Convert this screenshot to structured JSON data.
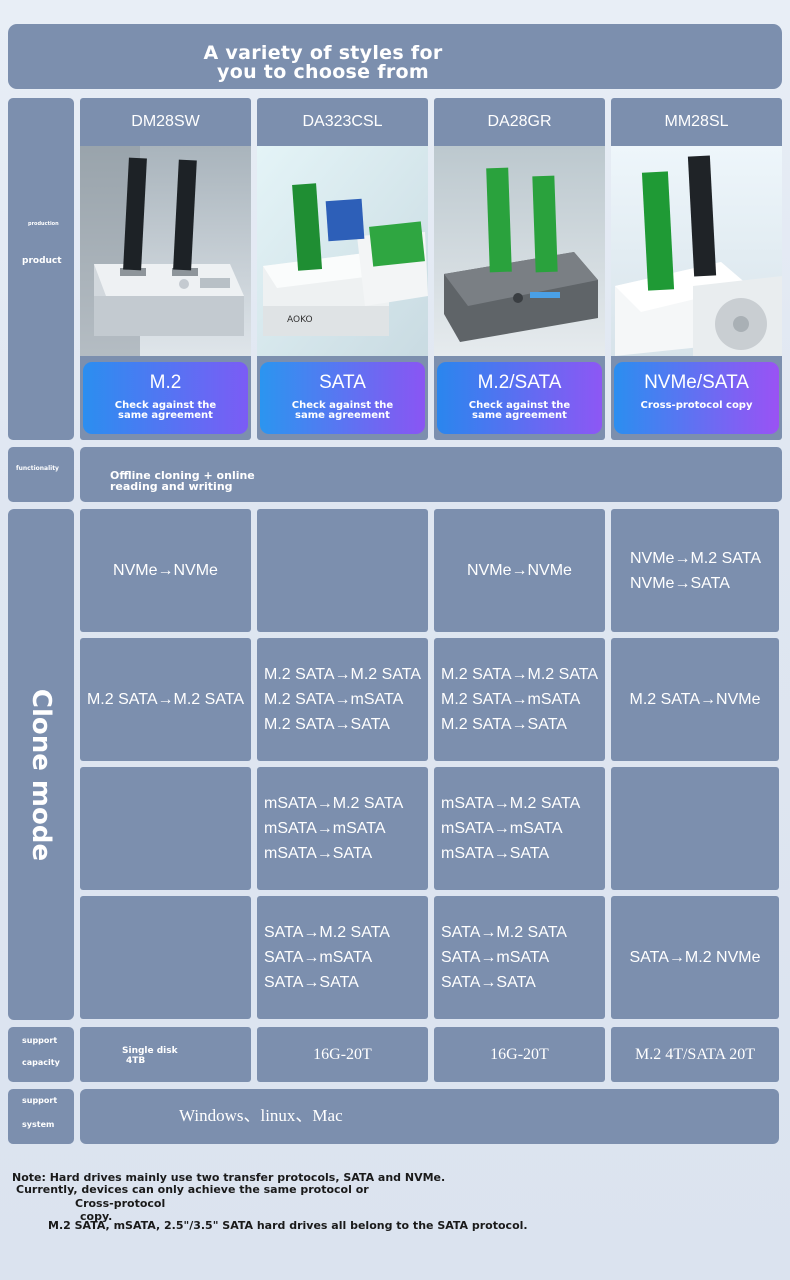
{
  "title": {
    "line1": "A variety of styles for",
    "line2": "you to choose from"
  },
  "labels": {
    "product_small": "production",
    "product": "product",
    "functionality": "functionality",
    "clone_mode": "Clone mode",
    "support_capacity_1": "support",
    "support_capacity_2": "capacity",
    "support_system_1": "support",
    "support_system_2": "system"
  },
  "products": [
    {
      "model": "DM28SW",
      "protocol": "M.2",
      "protocol_note": "Check against the same agreement",
      "badge_color": "#2b8ef0",
      "badge_color2": "#7b5cf5",
      "photo": "dock-silver-two-bay"
    },
    {
      "model": "DA323CSL",
      "protocol": "SATA",
      "protocol_note": "Check against the same agreement",
      "badge_color": "#2b95f0",
      "badge_color2": "#8a55f3",
      "photo": "dock-white-green-ssd"
    },
    {
      "model": "DA28GR",
      "protocol": "M.2/SATA",
      "protocol_note": "Check against the same agreement",
      "badge_color": "#2a86ee",
      "badge_color2": "#8d57f4",
      "photo": "dock-grey-green-ssd"
    },
    {
      "model": "MM28SL",
      "protocol": "NVMe/SATA",
      "protocol_note": "Cross-protocol copy",
      "badge_color": "#2b8ef0",
      "badge_color2": "#9a52f4",
      "photo": "dock-white-nvme"
    }
  ],
  "functionality": "Offline cloning + online reading and writing",
  "clone_rows": [
    [
      [
        "NVMe→NVMe"
      ],
      [],
      [
        "NVMe→NVMe"
      ],
      [
        "NVMe→M.2 SATA",
        "NVMe→SATA"
      ]
    ],
    [
      [
        "M.2 SATA→M.2 SATA"
      ],
      [
        "M.2 SATA→M.2 SATA",
        "M.2 SATA→mSATA",
        "M.2 SATA→SATA"
      ],
      [
        "M.2 SATA→M.2 SATA",
        "M.2 SATA→mSATA",
        "M.2 SATA→SATA"
      ],
      [
        "M.2 SATA→NVMe"
      ]
    ],
    [
      [],
      [
        "mSATA→M.2 SATA",
        "mSATA→mSATA",
        "mSATA→SATA"
      ],
      [
        "mSATA→M.2 SATA",
        "mSATA→mSATA",
        "mSATA→SATA"
      ],
      []
    ],
    [
      [],
      [
        "SATA→M.2 SATA",
        "SATA→mSATA",
        "SATA→SATA"
      ],
      [
        "SATA→M.2 SATA",
        "SATA→mSATA",
        "SATA→SATA"
      ],
      [
        "SATA→M.2 NVMe"
      ]
    ]
  ],
  "capacity": {
    "c1_line1": "Single disk",
    "c1_line2": "4TB",
    "c2": "16G-20T",
    "c3": "16G-20T",
    "c4": "M.2 4T/SATA 20T"
  },
  "system": "Windows、linux、Mac",
  "note": {
    "line1": "Note: Hard drives mainly use two transfer protocols, SATA and NVMe.",
    "line2": "Currently, devices can only achieve the same protocol or",
    "line3": "Cross-protocol",
    "line4": "copy.",
    "line5": "M.2 SATA, mSATA, 2.5\"/3.5\" SATA hard drives all belong to the SATA protocol."
  },
  "colors": {
    "panel": "#7c8fae",
    "background": "#e2e8f2",
    "text": "#ffffff"
  }
}
